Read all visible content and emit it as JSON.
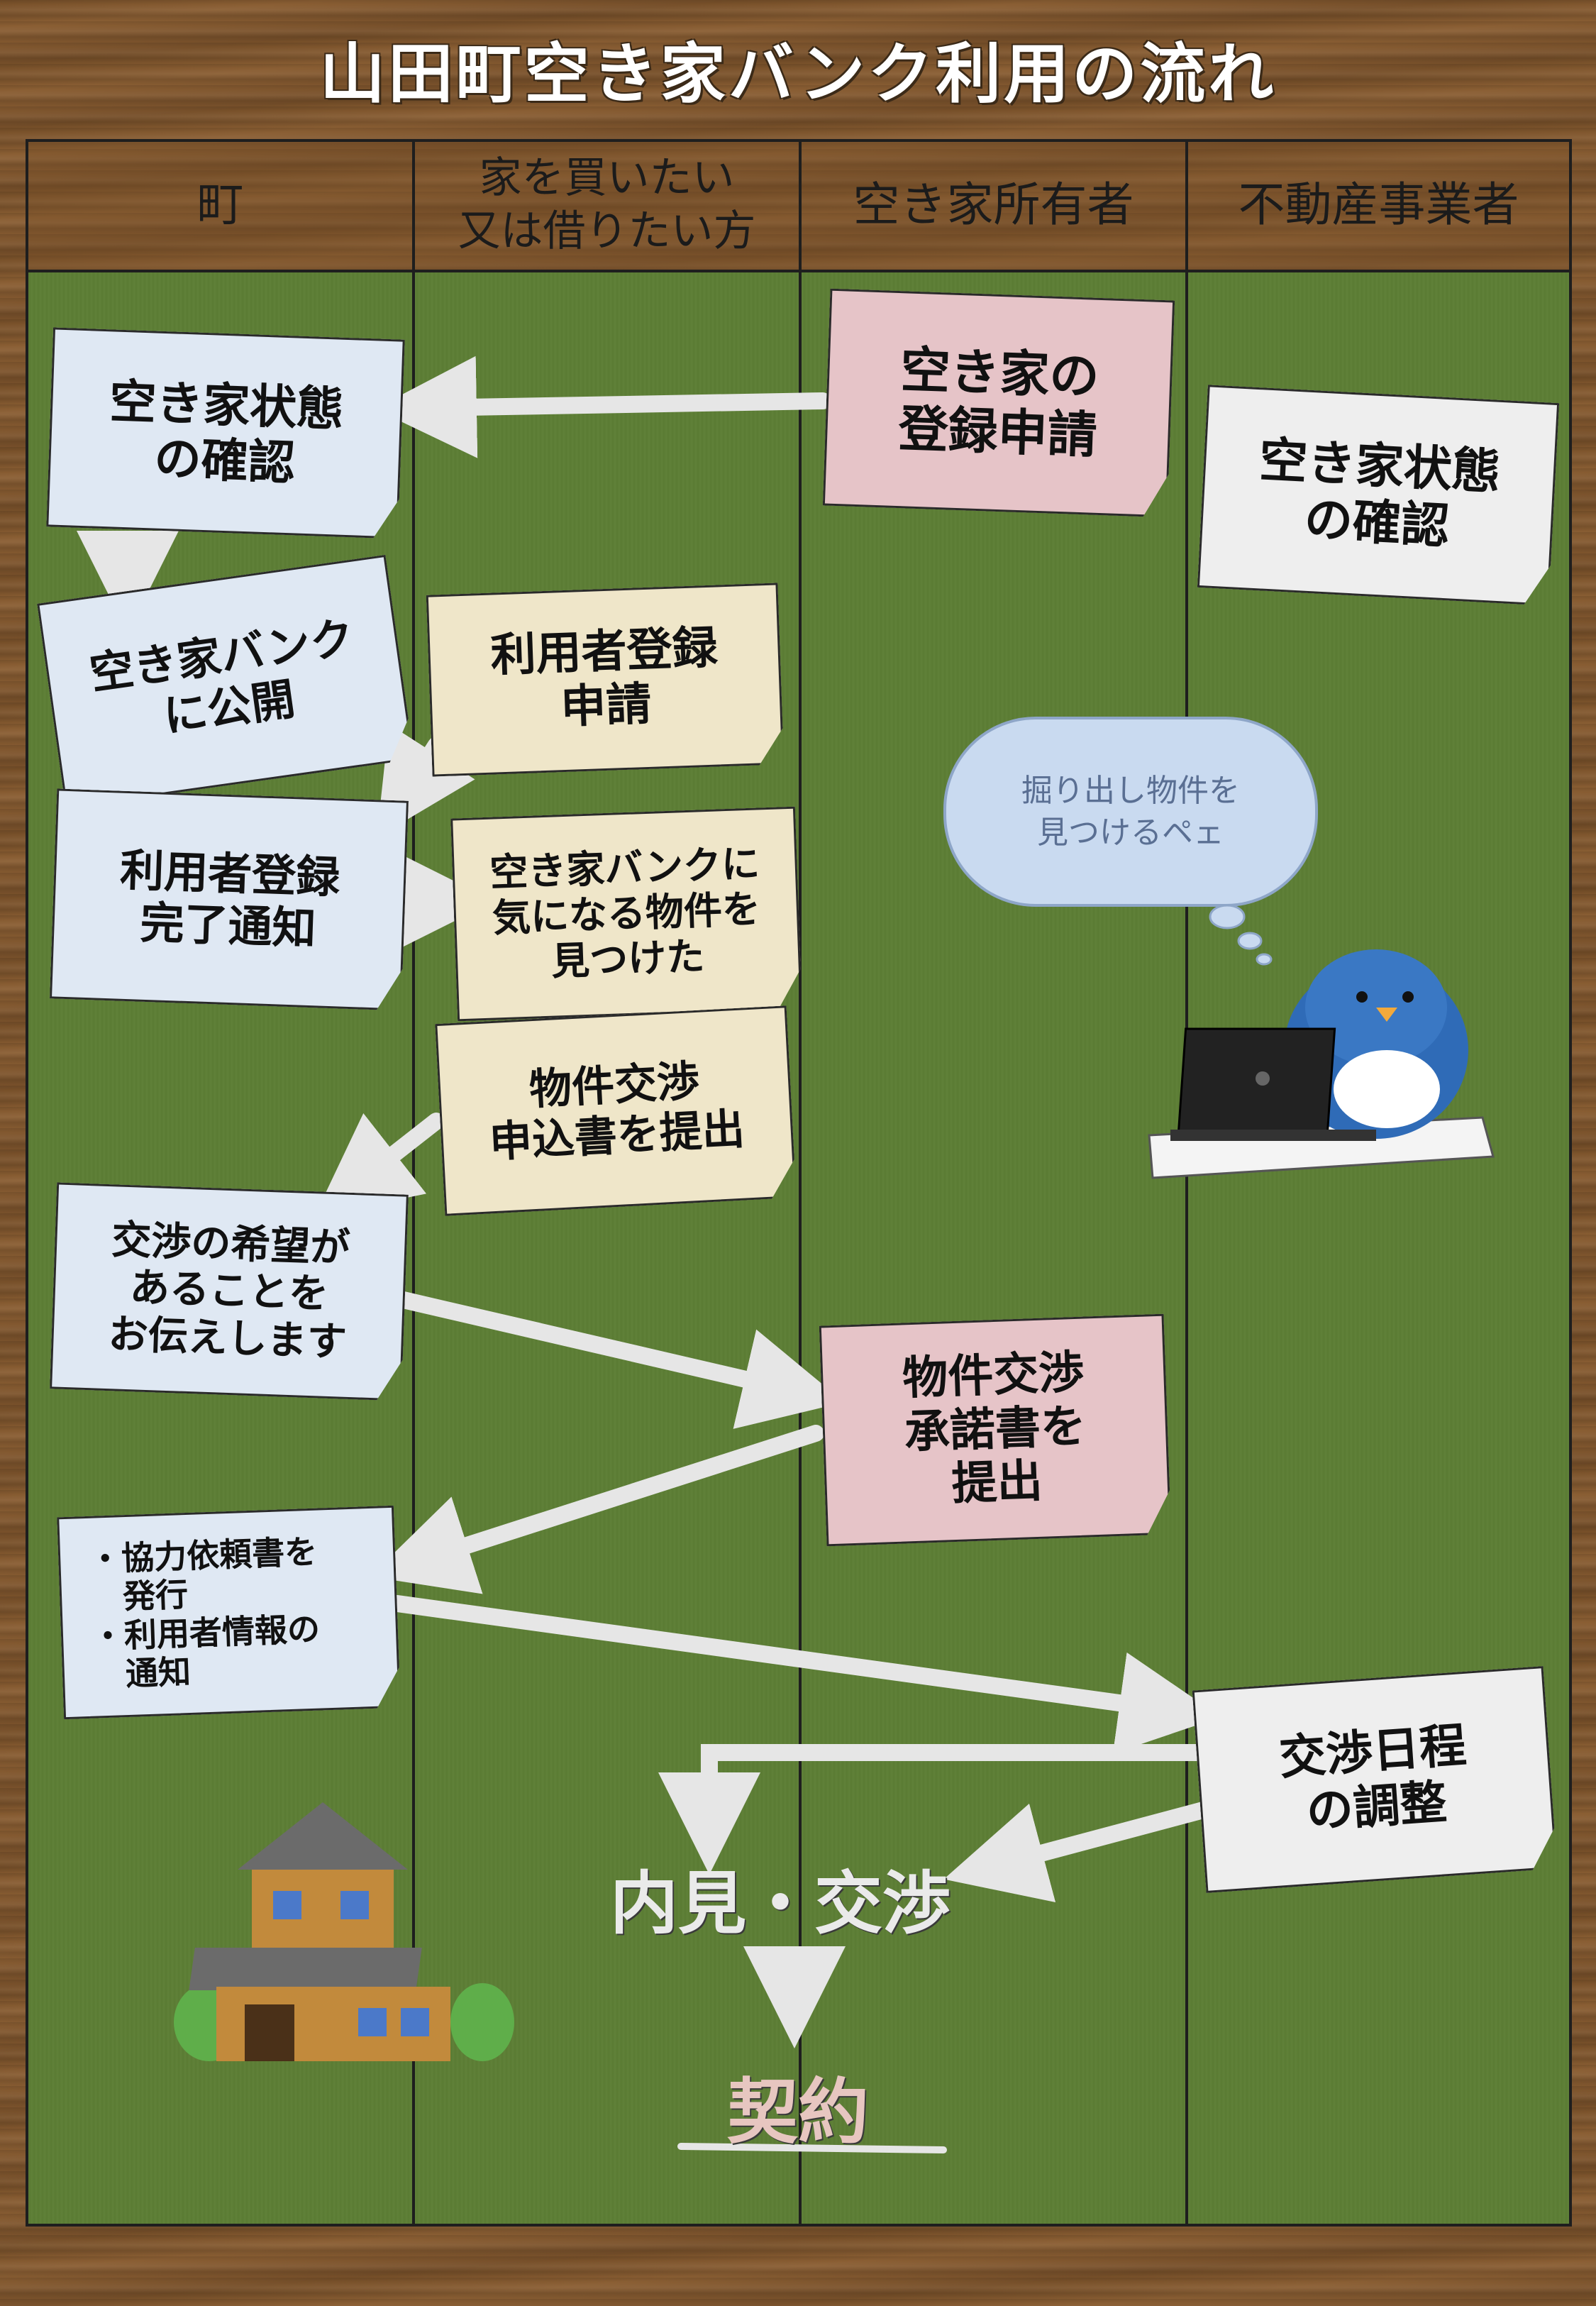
{
  "title": "山田町空き家バンク利用の流れ",
  "columns": [
    "町",
    "家を買いたい\n又は借りたい方",
    "空き家所有者",
    "不動産事業者"
  ],
  "cards": {
    "town_check": "空き家状態\nの確認",
    "town_publish": "空き家バンク\nに公開",
    "town_reg_done": "利用者登録\n完了通知",
    "town_notify": "交渉の希望が\nあることを\nお伝えします",
    "town_request": "・協力依頼書を\n　発行\n・利用者情報の\n　通知",
    "buyer_register": "利用者登録\n申請",
    "buyer_found": "空き家バンクに\n気になる物件を\n見つけた",
    "buyer_apply": "物件交渉\n申込書を提出",
    "owner_register": "空き家の\n登録申請",
    "owner_accept": "物件交渉\n承諾書を\n提出",
    "agent_check": "空き家状態\nの確認",
    "agent_schedule": "交渉日程\nの調整"
  },
  "speech_bubble": "掘り出し物件を\n見つけるペェ",
  "final_steps": [
    "内見・交渉",
    "契約"
  ],
  "colors": {
    "board_green": "#5d7f35",
    "wood": "#8a5e33",
    "card_blue": "#dfe8f3",
    "card_cream": "#efe6c9",
    "card_pink": "#e6c4c8",
    "card_white": "#eeeeee",
    "arrow": "#e6e6e6"
  },
  "icons": [
    "penguin-laptop-illustration",
    "house-illustration"
  ]
}
